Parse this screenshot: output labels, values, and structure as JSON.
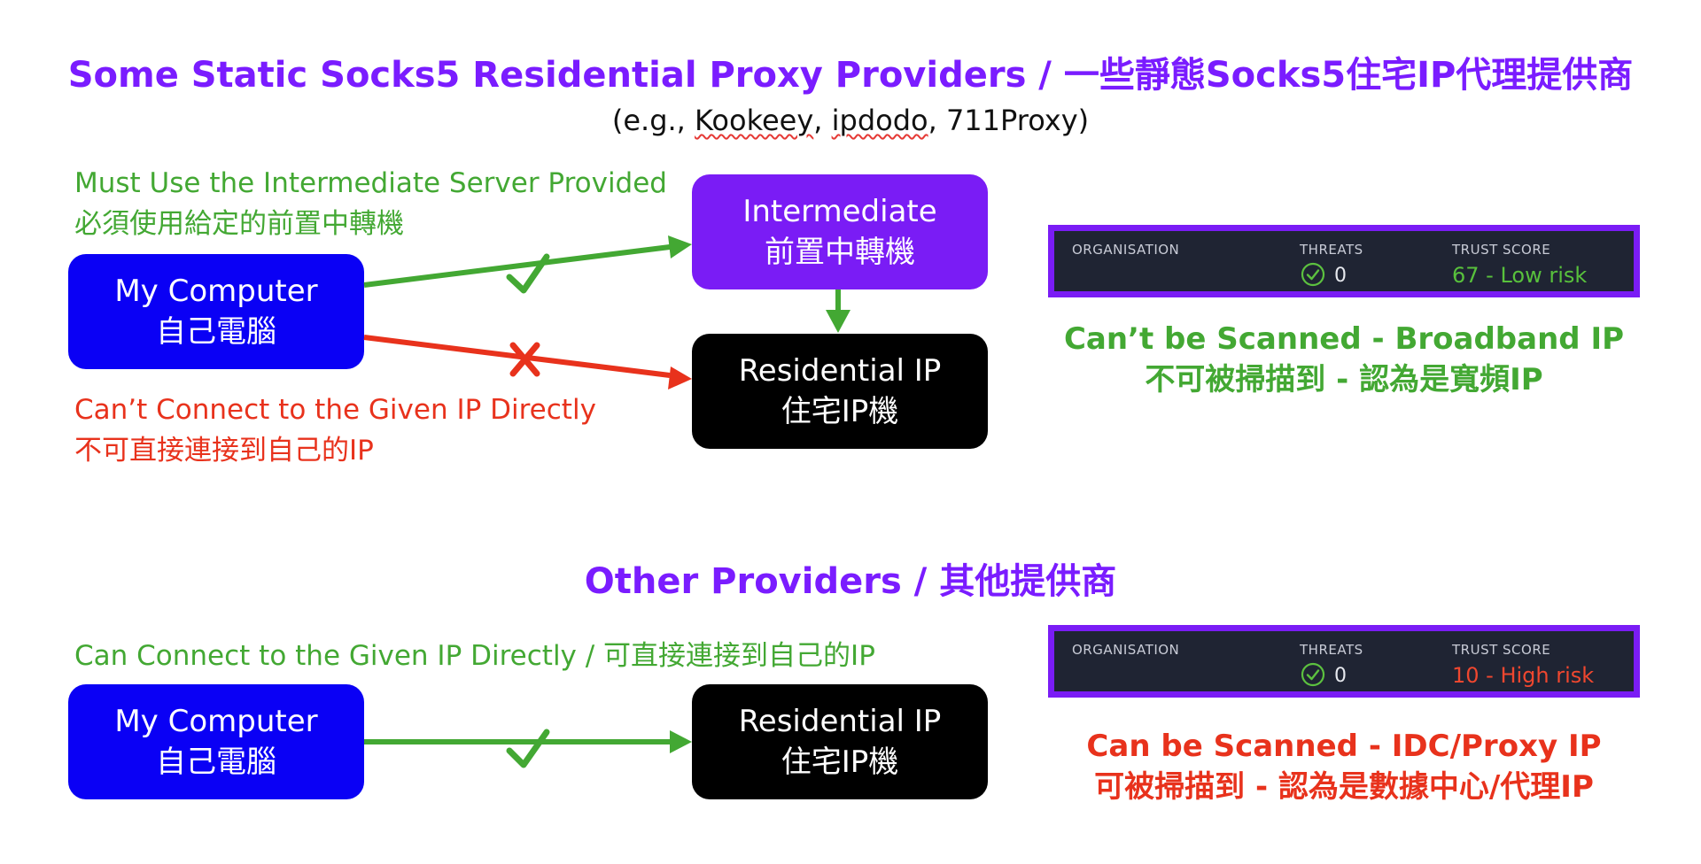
{
  "header": {
    "title": "Some Static Socks5 Residential Proxy Providers / 一些靜態Socks5住宅IP代理提供商",
    "subtitle_prefix": "(e.g., ",
    "subtitle_ex1": "Kookeey",
    "subtitle_sep1": ", ",
    "subtitle_ex2": "ipdodo",
    "subtitle_suffix": ", 711Proxy)"
  },
  "section1": {
    "must_use_en": "Must Use the Intermediate Server Provided",
    "must_use_zh": "必須使用給定的前置中轉機",
    "cant_connect_en": "Can’t Connect to the Given IP Directly",
    "cant_connect_zh": "不可直接連接到自己的IP",
    "my_computer_en": "My Computer",
    "my_computer_zh": "自己電腦",
    "intermediate_en": "Intermediate",
    "intermediate_zh": "前置中轉機",
    "residential_en": "Residential IP",
    "residential_zh": "住宅IP機",
    "card": {
      "org_label": "ORGANISATION",
      "threats_label": "THREATS",
      "threats_value": "0",
      "trust_label": "TRUST SCORE",
      "trust_value": "67 - Low risk",
      "trust_color": "#58c13c"
    },
    "verdict_en": "Can’t be Scanned - Broadband IP",
    "verdict_zh": "不可被掃描到 - 認為是寬頻IP"
  },
  "section2": {
    "title": "Other Providers / 其他提供商",
    "can_connect": "Can Connect to the Given IP Directly / 可直接連接到自己的IP",
    "my_computer_en": "My Computer",
    "my_computer_zh": "自己電腦",
    "residential_en": "Residential IP",
    "residential_zh": "住宅IP機",
    "card": {
      "org_label": "ORGANISATION",
      "threats_label": "THREATS",
      "threats_value": "0",
      "trust_label": "TRUST SCORE",
      "trust_value": "10 - High risk",
      "trust_color": "#f0472f"
    },
    "verdict_en": "Can be Scanned - IDC/Proxy IP",
    "verdict_zh": "可被掃描到 - 認為是數據中心/代理IP"
  },
  "colors": {
    "accent_purple": "#7a1cff",
    "box_blue": "#0a00f5",
    "ok_green": "#43a833",
    "error_red": "#e8321c",
    "card_bg": "#1f2433"
  }
}
